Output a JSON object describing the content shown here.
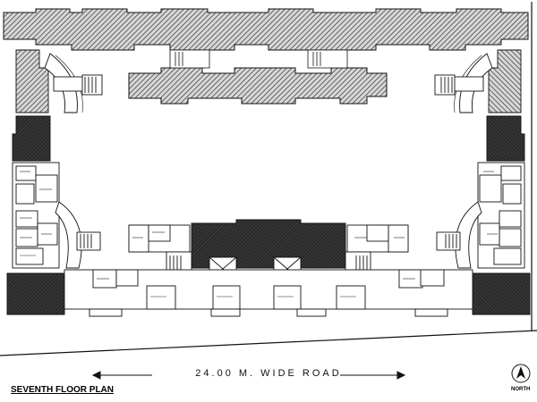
{
  "plan": {
    "road_label": "24.00 M. WIDE ROAD",
    "floor_title": "SEVENTH FLOOR PLAN",
    "north_label": "NORTH",
    "colors": {
      "hatch": "#555555",
      "dark_fill": "#333333",
      "line": "#111111",
      "background": "#ffffff"
    },
    "icons": [
      "north-arrow-icon",
      "road-arrow-left-icon",
      "road-arrow-right-icon"
    ]
  }
}
